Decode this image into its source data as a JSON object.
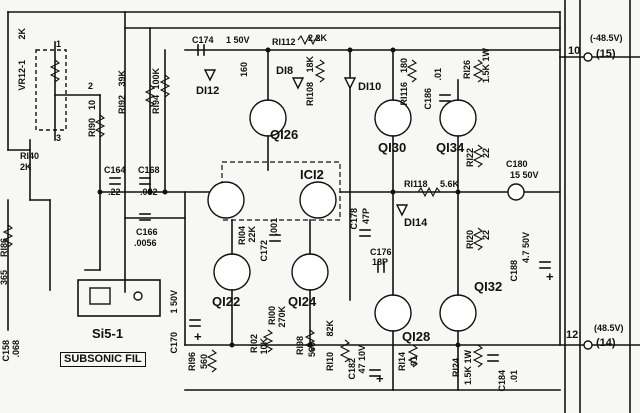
{
  "schematic": {
    "pot": {
      "ref": "VR12-1",
      "value": "2K",
      "pins": [
        "1",
        "2",
        "3"
      ]
    },
    "resistors": [
      {
        "ref": "RI40",
        "value": "2K"
      },
      {
        "ref": "RI86",
        "value": "365"
      },
      {
        "ref": "RI90",
        "value": "10"
      },
      {
        "ref": "RI92",
        "value": "39K"
      },
      {
        "ref": "RI94",
        "value": "100K"
      },
      {
        "ref": "RI112",
        "value": "2.2K"
      },
      {
        "ref": "RI108",
        "value": "18K"
      },
      {
        "ref": "RI116",
        "value": "180"
      },
      {
        "ref": "RI26",
        "value": "1.5K 1W"
      },
      {
        "ref": "RI22",
        "value": "22"
      },
      {
        "ref": "RI118",
        "value": "5.6K"
      },
      {
        "ref": "RI04",
        "value": "22K"
      },
      {
        "ref": "RI20",
        "value": "22"
      },
      {
        "ref": "RI96",
        "value": "560"
      },
      {
        "ref": "RI02",
        "value": "10K"
      },
      {
        "ref": "RI98",
        "value": "560"
      },
      {
        "ref": "RI00",
        "value": "270K"
      },
      {
        "ref": "RI10",
        "value": "82K"
      },
      {
        "ref": "RI14",
        "value": "91"
      },
      {
        "ref": "RI24",
        "value": "1.5K 1W"
      }
    ],
    "r_160": "160",
    "capacitors": [
      {
        "ref": "C158",
        "value": ".068"
      },
      {
        "ref": "C164",
        "value": ".22"
      },
      {
        "ref": "C168",
        "value": ".082"
      },
      {
        "ref": "C166",
        "value": ".0056"
      },
      {
        "ref": "C174",
        "value": "1 50V"
      },
      {
        "ref": "C170",
        "value": "1 50V"
      },
      {
        "ref": "C172",
        "value": ".001"
      },
      {
        "ref": "C178",
        "value": "47P"
      },
      {
        "ref": "C176",
        "value": "18P"
      },
      {
        "ref": "C182",
        "value": "47 10V"
      },
      {
        "ref": "C186",
        "value": ".01"
      },
      {
        "ref": "C180",
        "value": "15 50V"
      },
      {
        "ref": "C188",
        "value": "4.7 50V"
      },
      {
        "ref": "C184",
        "value": ".01"
      }
    ],
    "diodes": [
      "DI12",
      "DI8",
      "DI10",
      "DI14"
    ],
    "transistors": [
      "QI26",
      "QI30",
      "QI34",
      "QI22",
      "QI24",
      "QI28",
      "QI32"
    ],
    "ic": "ICI2",
    "switch": {
      "ref": "Si5-1",
      "caption": "SUBSONIC FIL"
    },
    "terminals": [
      {
        "pin": "10",
        "ref": "(15)",
        "voltage": "(-48.5V)"
      },
      {
        "pin": "12",
        "ref": "(14)",
        "voltage": "(48.5V)"
      }
    ],
    "plus_sign": "+"
  }
}
